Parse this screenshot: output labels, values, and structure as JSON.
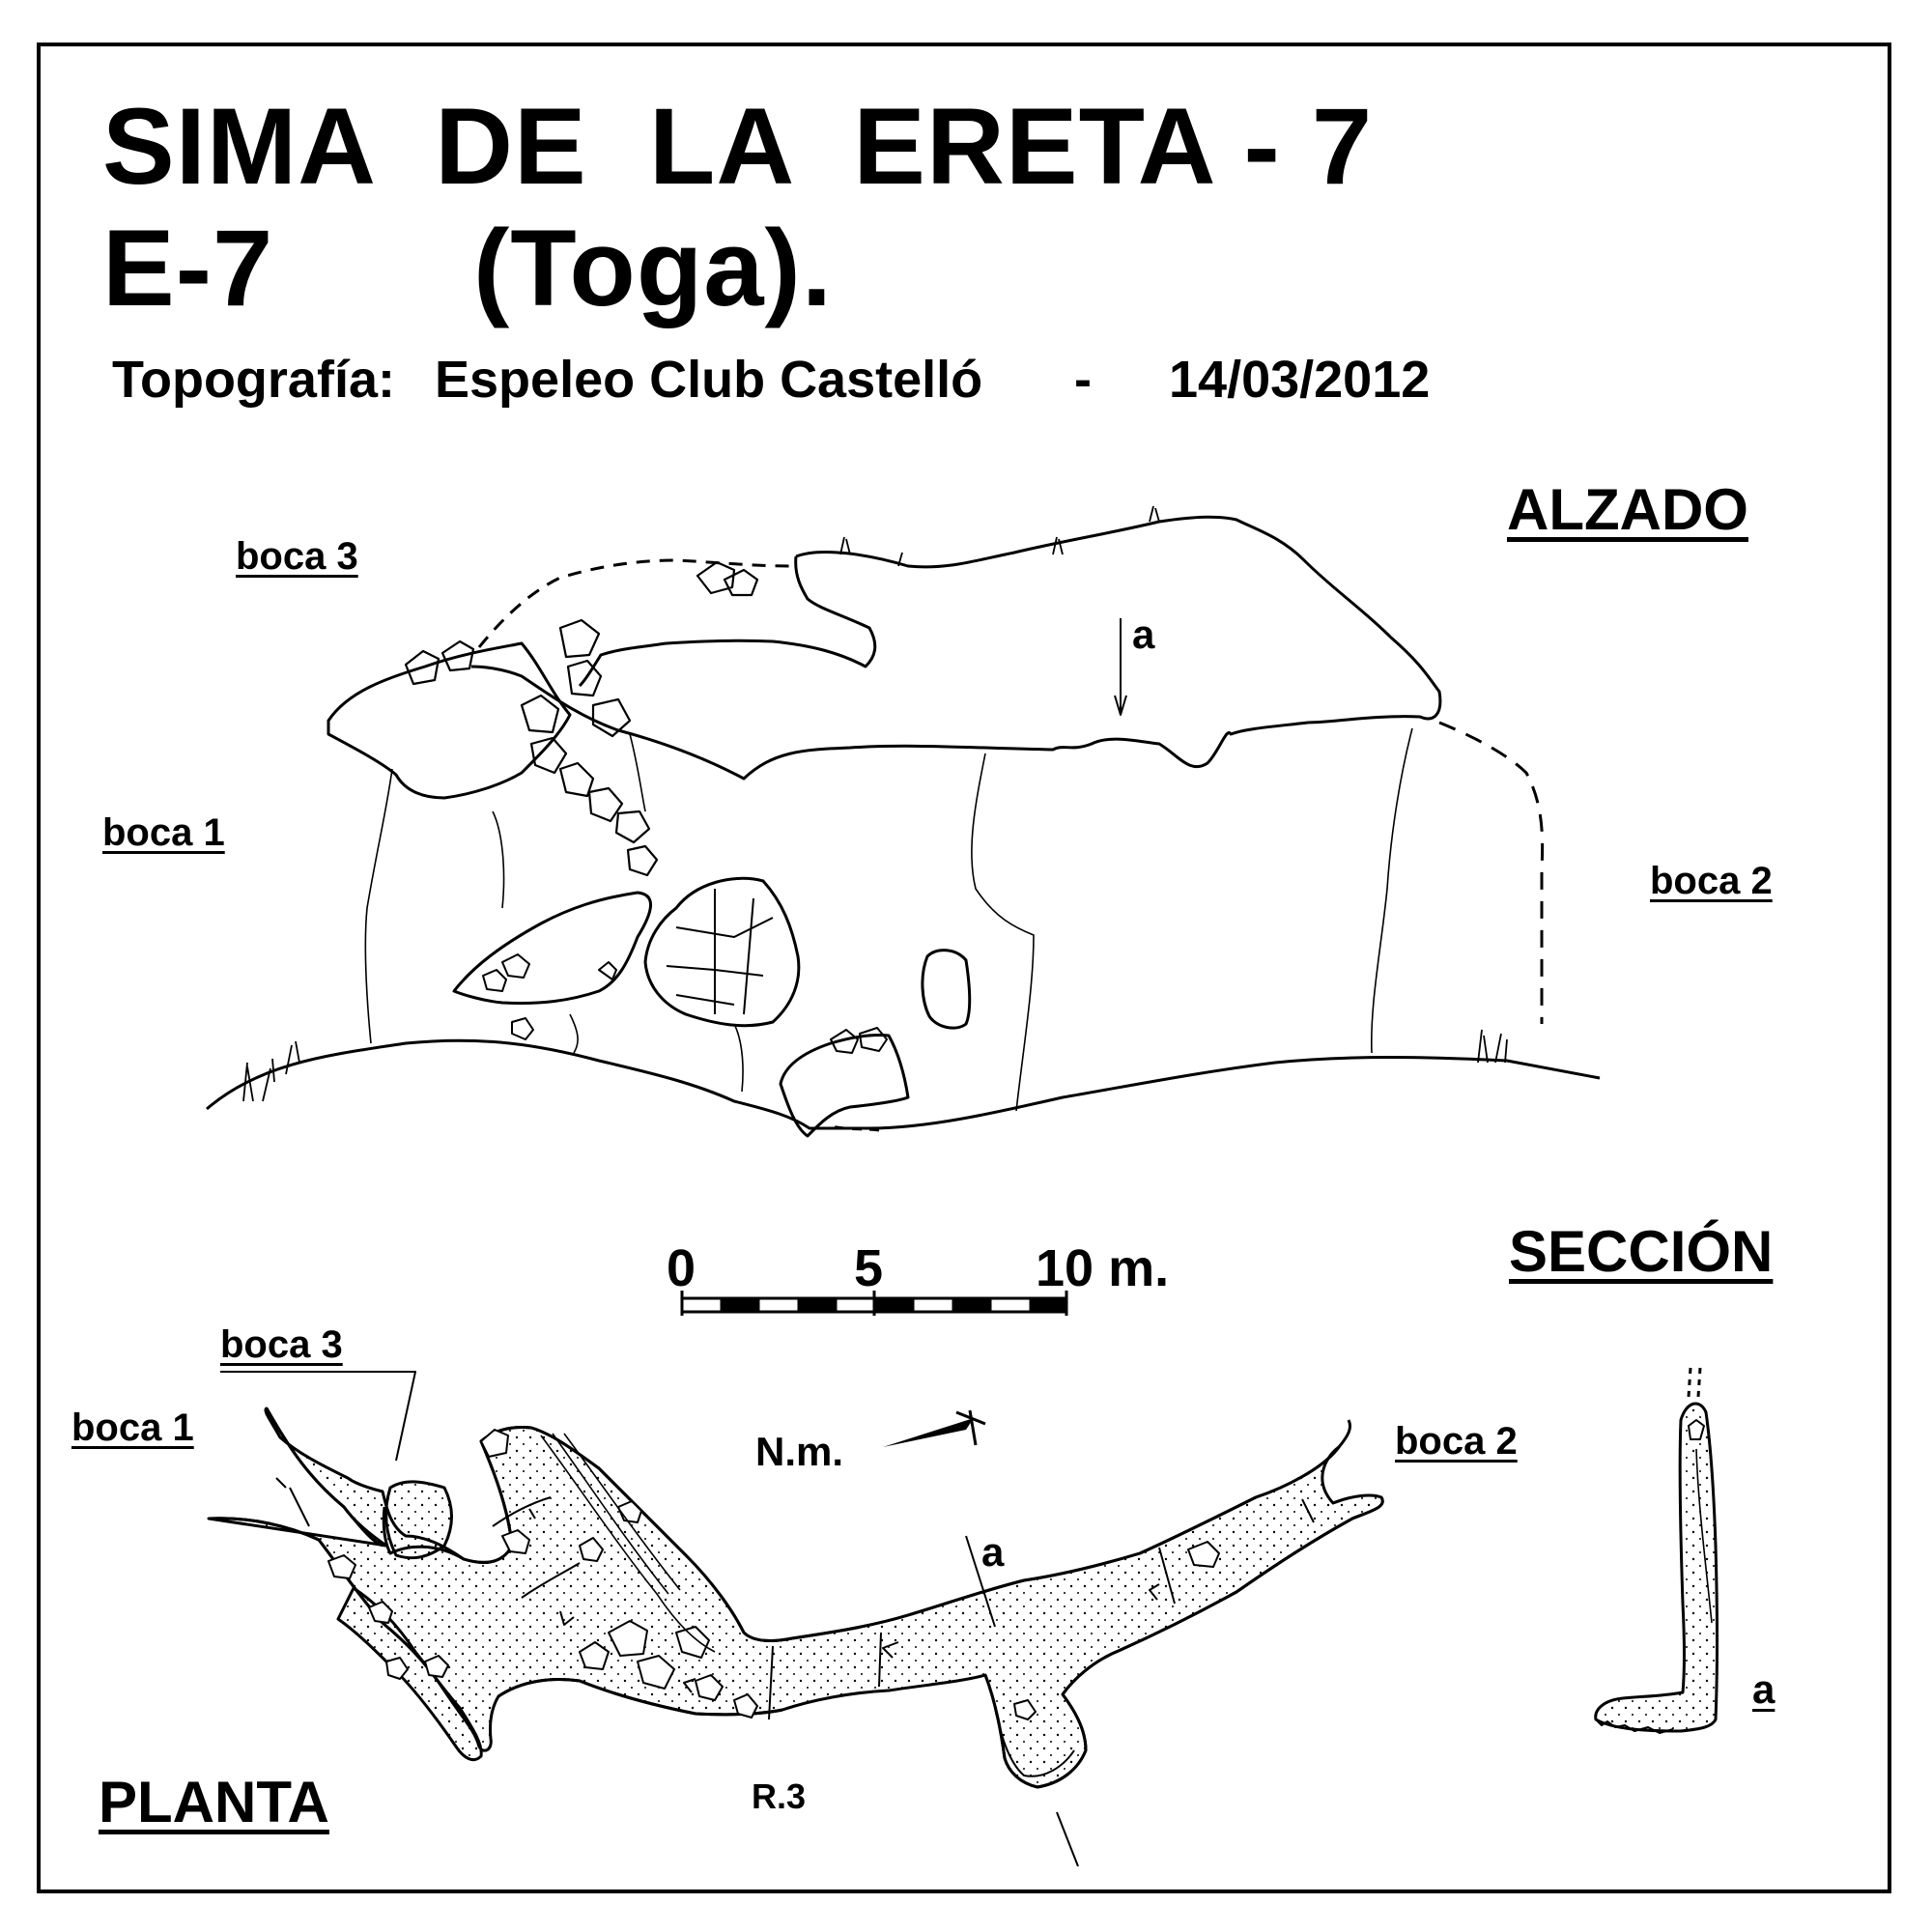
{
  "title": {
    "line1": "SIMA  DE  LA  ERETA - 7",
    "line2_code": "E-7",
    "line2_place": "(Toga)."
  },
  "credits": {
    "label": "Topografía:",
    "club": "Espeleo Club Castelló",
    "separator": "-",
    "date": "14/03/2012"
  },
  "alzado": {
    "heading": "ALZADO",
    "labels": {
      "boca3": "boca 3",
      "boca1": "boca 1",
      "boca2": "boca 2",
      "section_mark": "a"
    }
  },
  "scale": {
    "tick0": "0",
    "tick5": "5",
    "tick10": "10 m."
  },
  "seccion": {
    "heading": "SECCIÓN",
    "mark": "a"
  },
  "planta": {
    "heading": "PLANTA",
    "labels": {
      "boca3": "boca 3",
      "boca1": "boca 1",
      "boca2": "boca 2",
      "section_mark": "a",
      "north": "N.m.",
      "rappel": "R.3"
    }
  },
  "colors": {
    "ink": "#000000",
    "paper": "#ffffff"
  }
}
